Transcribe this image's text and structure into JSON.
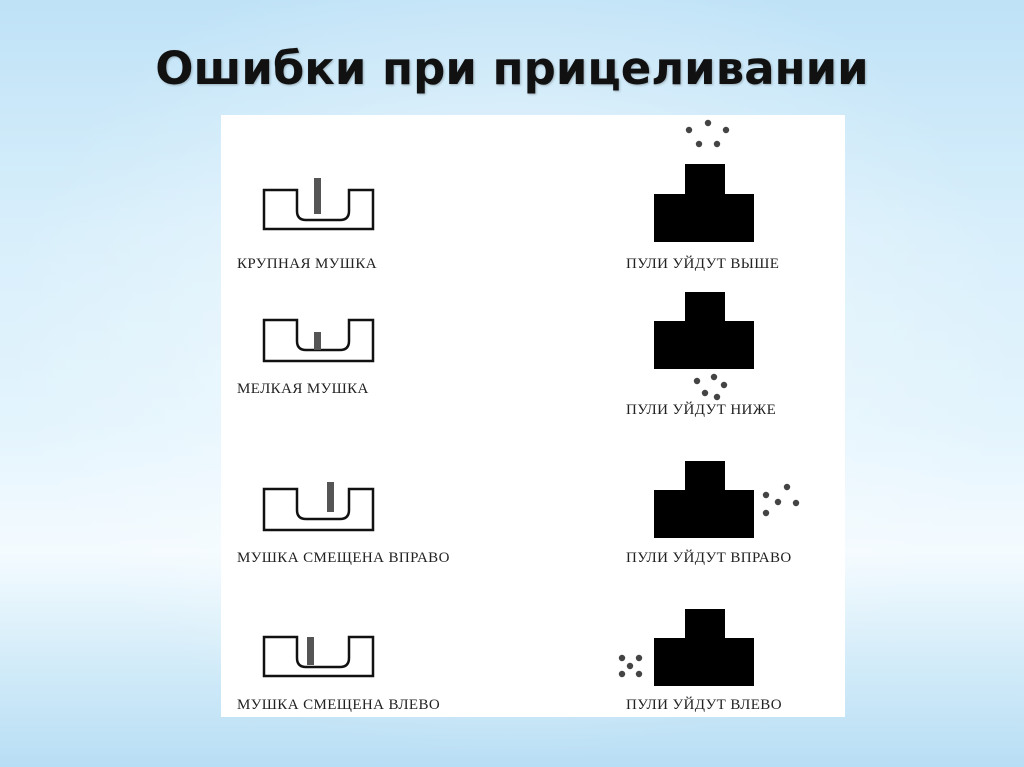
{
  "slide": {
    "title": "Ошибки при прицеливании"
  },
  "rows": [
    {
      "left_caption": "КРУПНАЯ МУШКА",
      "right_caption": "ПУЛИ УЙДУТ ВЫШЕ"
    },
    {
      "left_caption": "МЕЛКАЯ МУШКА",
      "right_caption": "ПУЛИ УЙДУТ НИЖЕ"
    },
    {
      "left_caption": "МУШКА СМЕЩЕНА ВПРАВО",
      "right_caption": "ПУЛИ УЙДУТ ВПРАВО"
    },
    {
      "left_caption": "МУШКА СМЕЩЕНА ВЛЕВО",
      "right_caption": "ПУЛИ УЙДУТ ВЛЕВО"
    }
  ],
  "colors": {
    "sight_outline": "#111111",
    "front_sight": "#555555",
    "target": "#000000",
    "bullet_holes": "#444444"
  }
}
